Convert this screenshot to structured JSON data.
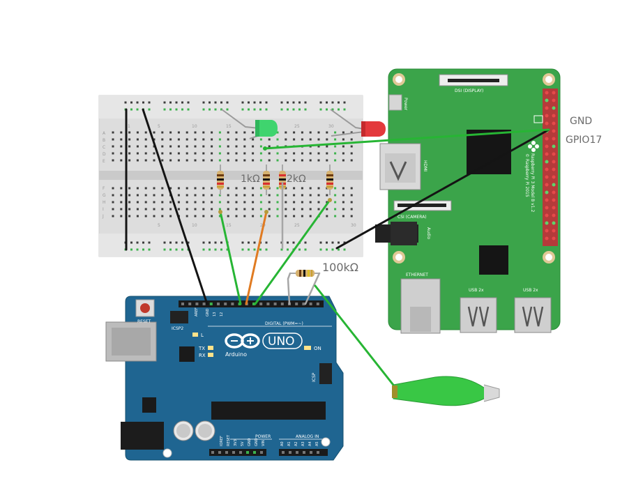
{
  "resistor_labels": [
    "1kΩ",
    "2kΩ",
    "100kΩ"
  ],
  "pi_pin_labels": [
    "GND",
    "GPIO17"
  ],
  "arduino": {
    "brand": "Arduino",
    "model": "UNO",
    "reset": "RESET",
    "icsp2": "ICSP2",
    "icsp": "ICSP",
    "led_l": "L",
    "led_tx": "TX",
    "led_rx": "RX",
    "on": "ON",
    "digital_header": "DIGITAL (PWM=~)",
    "power_header": "POWER",
    "analog_header": "ANALOG IN",
    "aref": "AREF",
    "gnd": "GND",
    "pin_13": "13",
    "pin_12": "12",
    "power_pins": [
      "IOREF",
      "RESET",
      "3V3",
      "5V",
      "GND",
      "GND",
      "VIN"
    ],
    "analog_pins": [
      "A0",
      "A1",
      "A2",
      "A3",
      "A4",
      "A5"
    ]
  },
  "raspberry_pi": {
    "power": "Power",
    "display": "DSI (DISPLAY)",
    "hdmi": "HDMI",
    "camera": "CSI (CAMERA)",
    "audio": "Audio",
    "ethernet": "ETHERNET",
    "usb1": "USB 2x",
    "usb2": "USB 2x",
    "model_line": "Raspberry Pi 3 Model B v1.2",
    "copyright": "© Raspberry Pi 2015"
  },
  "breadboard": {
    "row_letters_top": [
      "A",
      "B",
      "C",
      "D",
      "E"
    ],
    "row_letters_bottom": [
      "F",
      "G",
      "H",
      "I",
      "J"
    ],
    "col_numbers": [
      "1",
      "5",
      "10",
      "15",
      "20",
      "25",
      "30"
    ]
  },
  "colors": {
    "pi_board": "#3aa34a",
    "arduino_board": "#1f6591",
    "breadboard": "#dcdcdc",
    "wire_green": "#27b534",
    "wire_black": "#141414",
    "wire_orange": "#e07b22",
    "wire_gray": "#a0a0a0",
    "led_green": "#39d36a",
    "led_red": "#e5373a",
    "clip": "#39c745"
  }
}
